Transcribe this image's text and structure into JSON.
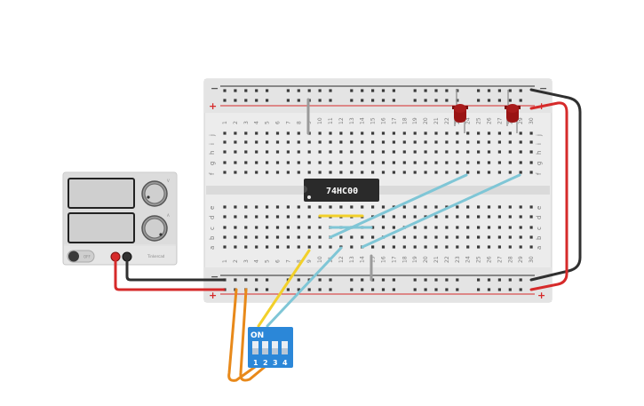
{
  "breadboard": {
    "columns": [
      "1",
      "2",
      "3",
      "4",
      "5",
      "6",
      "7",
      "8",
      "9",
      "10",
      "11",
      "12",
      "13",
      "14",
      "15",
      "16",
      "17",
      "18",
      "19",
      "20",
      "21",
      "22",
      "23",
      "24",
      "25",
      "26",
      "27",
      "28",
      "29",
      "30"
    ],
    "rows_top": [
      "j",
      "i",
      "h",
      "g",
      "f"
    ],
    "rows_bottom": [
      "e",
      "d",
      "c",
      "b",
      "a"
    ],
    "rail_minus": "−",
    "rail_plus": "+"
  },
  "chip": {
    "label": "74HC00"
  },
  "power_supply": {
    "switch_label": "OFF",
    "voltage_knob_label": "V",
    "current_knob_label": "A",
    "brand": "Tinkercad"
  },
  "dip_switch": {
    "on_label": "ON",
    "switches": [
      "1",
      "2",
      "3",
      "4"
    ]
  },
  "colors": {
    "red_wire": "#d62a2a",
    "black_wire": "#303030",
    "orange_wire": "#e8891a",
    "yellow_wire": "#f2d02a",
    "blue_wire": "#7fc6d6",
    "led_red": "#9a1414",
    "dip_blue": "#2b87d8",
    "chip": "#2a2a2a"
  }
}
